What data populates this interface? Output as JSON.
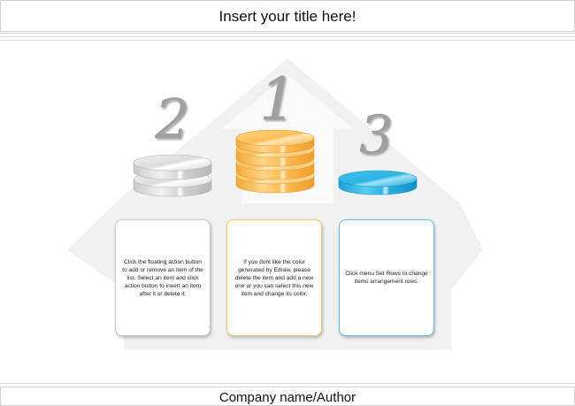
{
  "header": {
    "title": "Insert your title here!"
  },
  "footer": {
    "text": "Company name/Author"
  },
  "podium": {
    "ranks": [
      {
        "label": "2",
        "color": "#d9d9d9"
      },
      {
        "label": "1",
        "color": "#fdbe5a"
      },
      {
        "label": "3",
        "color": "#2fb5e4"
      }
    ]
  },
  "cards": [
    {
      "text": "Click the floating action button to add or remove an item of the list. Select an item and click action button to insert an item after it or delete it.",
      "border": "#c8c8c8"
    },
    {
      "text": "If you dont like the color generated by Edraw, please delete the item and add a new one or you can select this new item and change its color.",
      "border": "#f4c06a"
    },
    {
      "text": "Click menu Set Rows to change items arrangement rows.",
      "border": "#5fbde0"
    }
  ]
}
